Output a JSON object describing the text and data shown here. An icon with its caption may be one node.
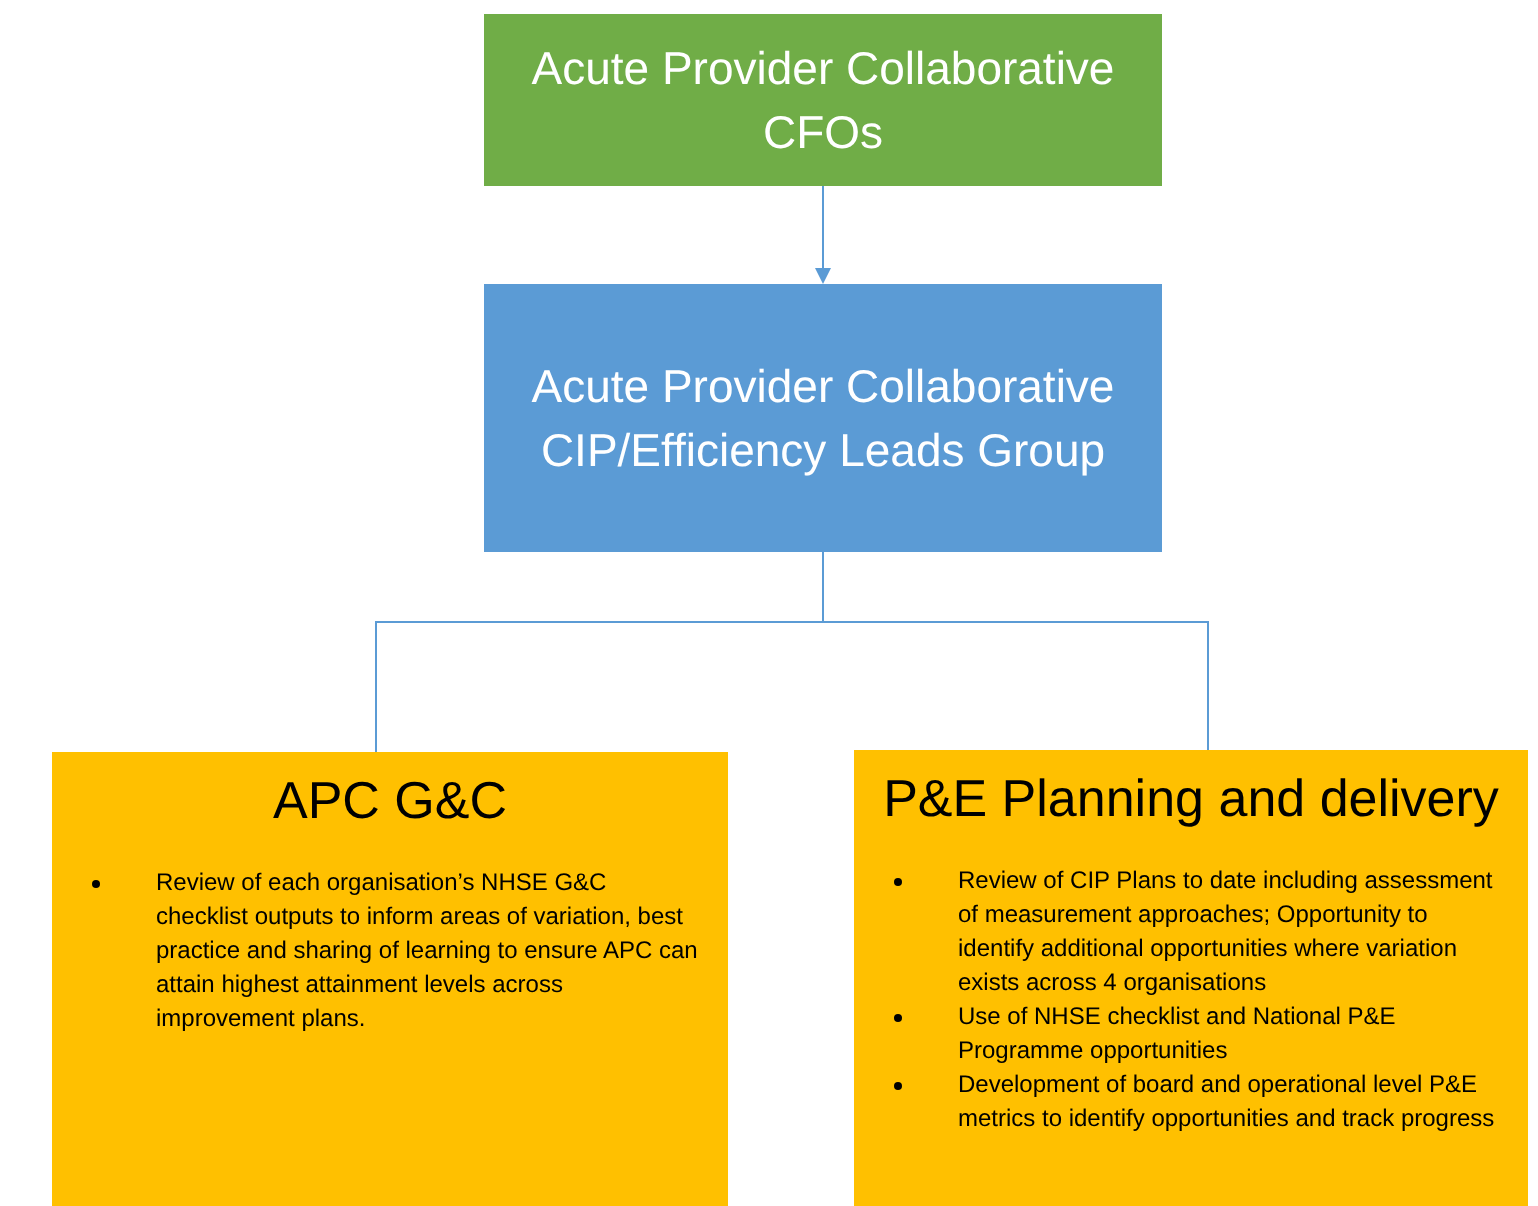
{
  "diagram": {
    "nodes": [
      {
        "text": [
          "Acute Provider Collaborative CFOs"
        ]
      },
      {
        "text": [
          "Acute Provider Collaborative CIP/Efficiency Leads Group"
        ]
      },
      {
        "text": [
          "APC G&C",
          "Review of each organisation’s NHSE G&C checklist outputs to inform areas of variation, best practice and sharing of learning to ensure APC can attain highest attainment levels across  improvement plans."
        ]
      },
      {
        "text": [
          "P&E Planning and delivery",
          "Review of CIP Plans to date including assessment of measurement approaches; Opportunity to identify additional opportunities where variation exists across 4 organisations",
          "Use of NHSE checklist and National P&E Programme opportunities",
          "Development of board and operational level P&E metrics to identify opportunities and track progress"
        ]
      }
    ],
    "edges": [
      {
        "from": 0,
        "to": 1,
        "arrow": "to"
      },
      {
        "from": 1,
        "to": 2,
        "arrow": "none"
      },
      {
        "from": 1,
        "to": 3,
        "arrow": "none"
      }
    ]
  }
}
